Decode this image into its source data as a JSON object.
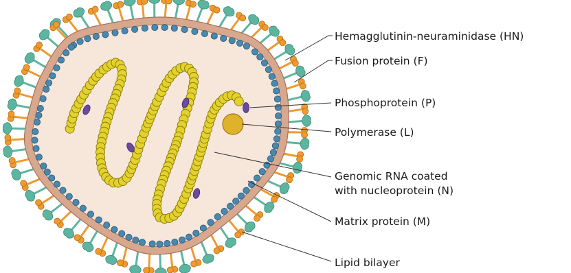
{
  "labels": {
    "hn": "Hemagglutinin-neuraminidase (HN)",
    "f": "Fusion protein (F)",
    "p": "Phosphoprotein (P)",
    "l": "Polymerase (L)",
    "rna_line1": "Genomic RNA coated",
    "rna_line2": "with nucleoprotein (N)",
    "m": "Matrix protein (M)",
    "lipid": "Lipid bilayer"
  },
  "colors": {
    "interior": "#f7e6da",
    "lipid_band": "#d7a88e",
    "lipid_edge": "#a7705a",
    "matrix_bead": "#4a88ad",
    "matrix_edge": "#2f5f7c",
    "hn_spike": "#5db5a0",
    "f_spike": "#ee9a2f",
    "rna_bead": "#e4d22c",
    "rna_edge": "#8b7d0e",
    "phosphoprotein": "#6b4aa0",
    "polymerase": "#dfb22b"
  }
}
